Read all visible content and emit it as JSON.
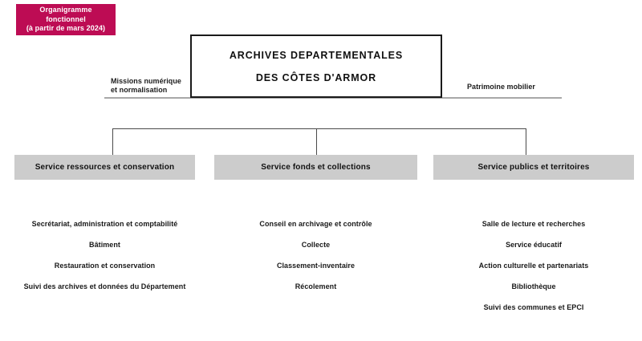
{
  "badge": {
    "lines": [
      "Organigramme",
      "fonctionnel",
      "(à partir de mars 2024)"
    ],
    "background_color": "#bd0c54",
    "text_color": "#ffffff"
  },
  "title_box": {
    "line1": "ARCHIVES DEPARTEMENTALES",
    "line2": "DES CÔTES D'ARMOR",
    "border_color": "#1a1a1a"
  },
  "side_labels": {
    "left": {
      "line1": "Missions numérique",
      "line2": "et normalisation"
    },
    "right": {
      "line1": "Patrimoine mobilier"
    }
  },
  "services": [
    {
      "label": "Service ressources et conservation",
      "box_color": "#cccccc",
      "items": [
        "Secrétariat, administration et comptabilité",
        "Bâtiment",
        "Restauration et conservation",
        "Suivi des archives et données du Département"
      ]
    },
    {
      "label": "Service fonds et collections",
      "box_color": "#cccccc",
      "items": [
        "Conseil en archivage et contrôle",
        "Collecte",
        "Classement-inventaire",
        "Récolement"
      ]
    },
    {
      "label": "Service publics et territoires",
      "box_color": "#cccccc",
      "items": [
        "Salle de lecture et recherches",
        "Service éducatif",
        "Action culturelle et partenariats",
        "Bibliothèque",
        "Suivi des communes et EPCI"
      ]
    }
  ]
}
